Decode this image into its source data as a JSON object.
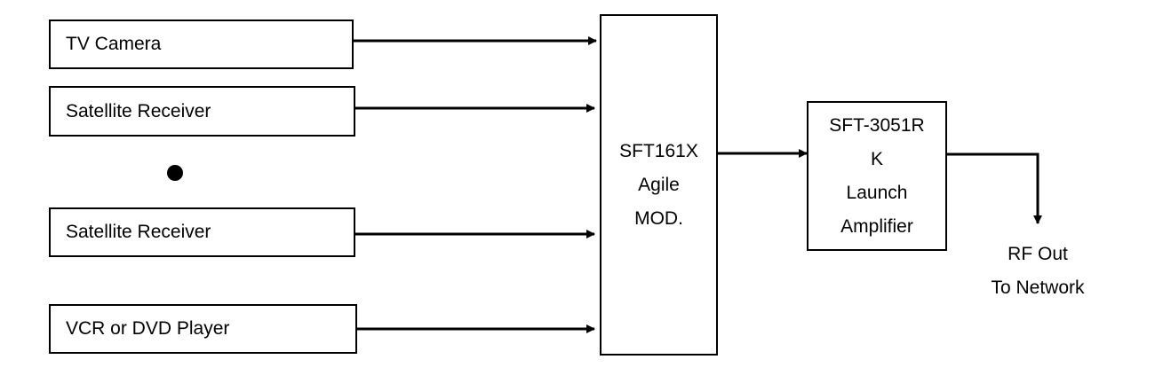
{
  "sources": [
    {
      "label": "TV Camera"
    },
    {
      "label": "Satellite Receiver"
    },
    {
      "label": "Satellite Receiver"
    },
    {
      "label": "VCR or DVD Player"
    }
  ],
  "modulator": {
    "lines": [
      "SFT161X",
      "Agile",
      "MOD."
    ]
  },
  "amplifier": {
    "lines": [
      "SFT-3051R",
      "K",
      "Launch",
      "Amplifier"
    ]
  },
  "output": {
    "lines": [
      "RF Out",
      "To Network"
    ]
  },
  "colors": {
    "line": "#000000",
    "background": "#ffffff"
  }
}
